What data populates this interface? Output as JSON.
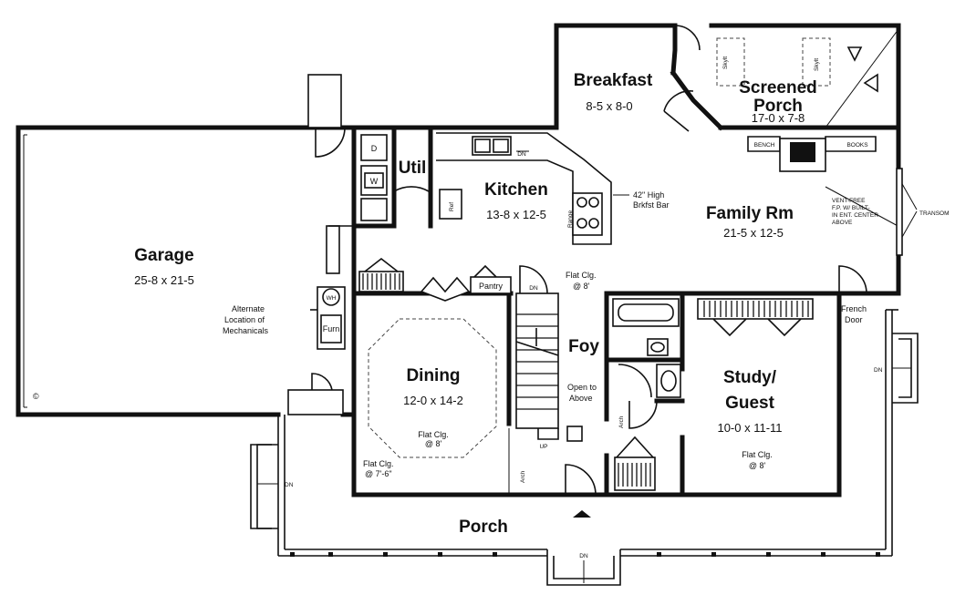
{
  "rooms": {
    "garage": {
      "name": "Garage",
      "dims": "25-8 x 21-5"
    },
    "breakfast": {
      "name": "Breakfast",
      "dims": "8-5 x 8-0"
    },
    "screened_porch": {
      "name_line1": "Screened",
      "name_line2": "Porch",
      "dims": "17-0 x 7-8"
    },
    "util": {
      "name": "Util"
    },
    "kitchen": {
      "name": "Kitchen",
      "dims": "13-8 x 12-5"
    },
    "family_rm": {
      "name": "Family Rm",
      "dims": "21-5 x 12-5"
    },
    "dining": {
      "name": "Dining",
      "dims": "12-0 x 14-2"
    },
    "foy": {
      "name": "Foy"
    },
    "study_guest": {
      "name_line1": "Study/",
      "name_line2": "Guest",
      "dims": "10-0 x 11-11"
    },
    "porch": {
      "name": "Porch"
    }
  },
  "notes": {
    "skylt": "Skylt",
    "bench": "BENCH",
    "books": "BOOKS",
    "dn": "DN",
    "up": "UP",
    "ref": "Ref",
    "range": "Range",
    "pantry": "Pantry",
    "wh": "WH",
    "furn": "Furn",
    "d": "D",
    "w": "W",
    "arch": "Arch",
    "open_to_above_1": "Open to",
    "open_to_above_2": "Above",
    "bar_1": "42\" High",
    "bar_2": "Brkfst Bar",
    "fireplace_1": "VENT-FREE",
    "fireplace_2": "F.P. W/ BUILT-",
    "fireplace_3": "IN ENT. CENTER",
    "fireplace_4": "ABOVE",
    "transom": "TRANSOM",
    "alt_mech_1": "Alternate",
    "alt_mech_2": "Location of",
    "alt_mech_3": "Mechanicals",
    "flat_clg": "Flat Clg.",
    "clg_8": "@ 8'",
    "clg_7_6": "@ 7'-6\"",
    "french_door_1": "French",
    "french_door_2": "Door",
    "copyright": "©"
  },
  "colors": {
    "ink": "#111111",
    "paper": "#ffffff"
  }
}
